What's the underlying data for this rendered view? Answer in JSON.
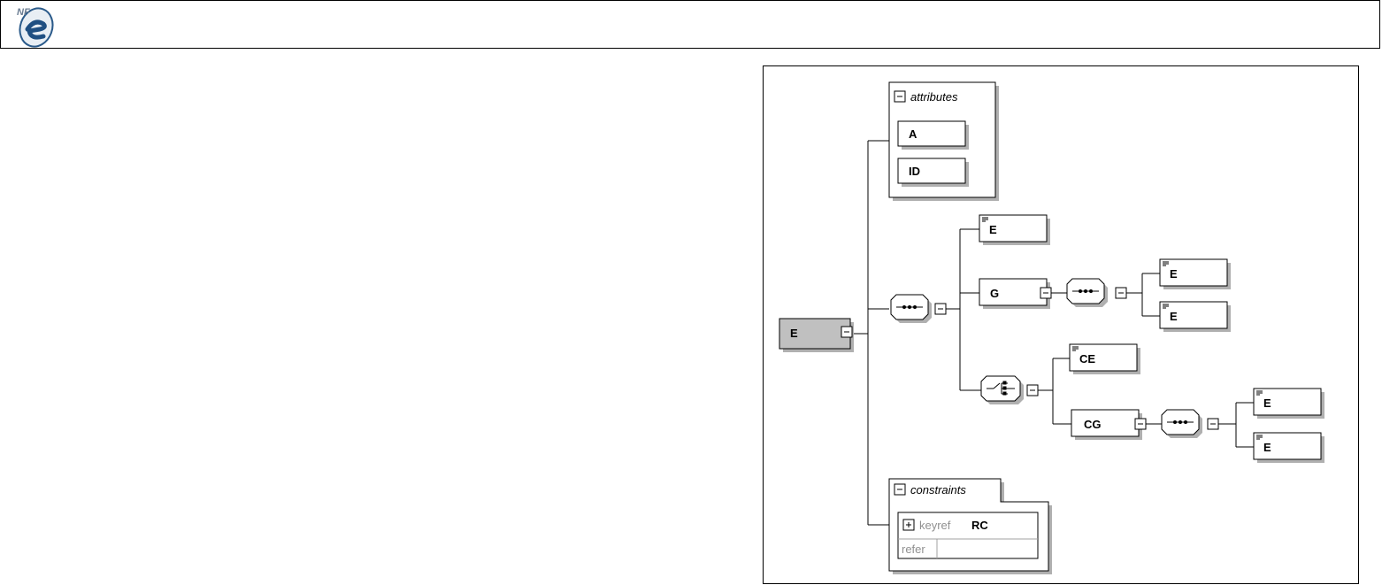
{
  "header": {
    "logo_icon": "nfe-logo-icon"
  },
  "diagram": {
    "root": {
      "label": "E"
    },
    "attributes": {
      "title": "attributes",
      "items": [
        "A",
        "ID"
      ]
    },
    "sequence_children": {
      "element_top": "E",
      "group": {
        "label": "G",
        "children": [
          "E",
          "E"
        ]
      },
      "choice": {
        "element": "CE",
        "group": {
          "label": "CG",
          "children": [
            "E",
            "E"
          ]
        }
      }
    },
    "constraints": {
      "title": "constraints",
      "keyref": {
        "kind": "keyref",
        "name": "RC",
        "refer_label": "refer"
      }
    },
    "colors": {
      "root_fill": "#c0c0c0",
      "shadow": "#b0b0b0",
      "line": "#000000"
    }
  }
}
